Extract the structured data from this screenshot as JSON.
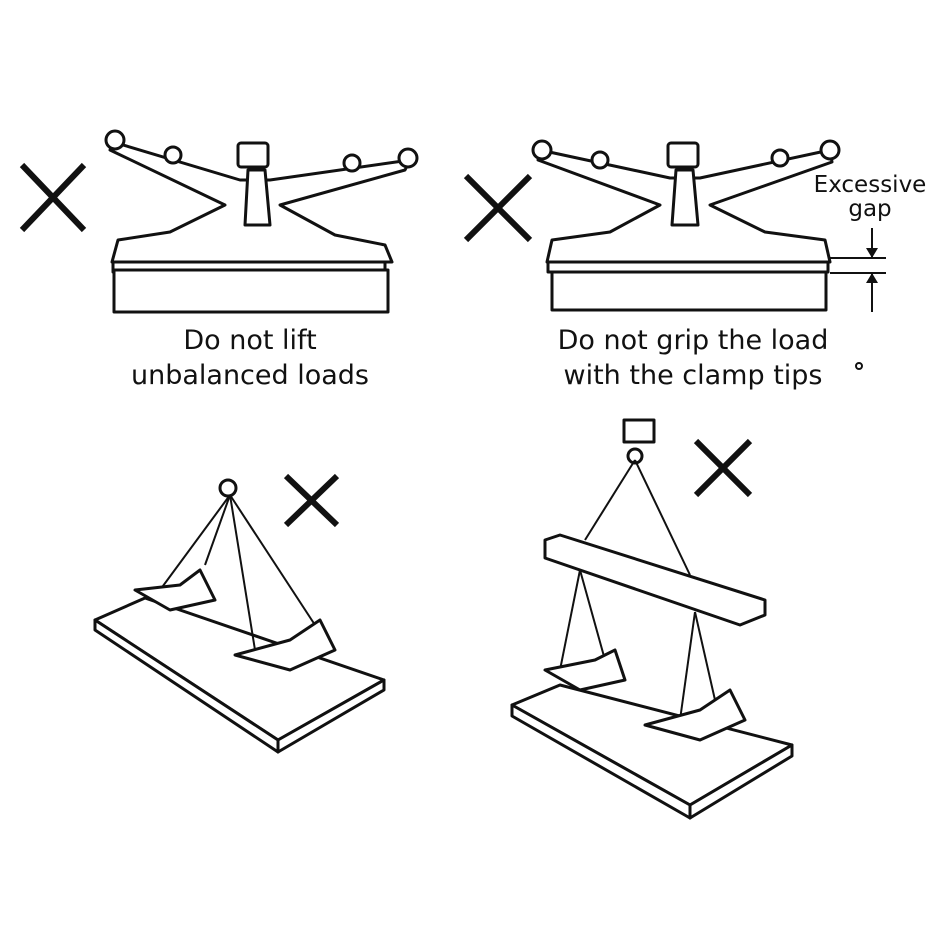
{
  "panels": [
    {
      "caption_line1": "Do not lift",
      "caption_line2": "unbalanced loads",
      "mark": "cross-icon"
    },
    {
      "caption_line1": "Do not grip the load",
      "caption_line2": "with the clamp tips",
      "annotation_line1": "Excessive",
      "annotation_line2": "gap",
      "mark": "cross-icon"
    },
    {
      "mark": "cross-icon"
    },
    {
      "mark": "cross-icon"
    }
  ],
  "colors": {
    "ink": "#111111",
    "background": "#ffffff"
  }
}
